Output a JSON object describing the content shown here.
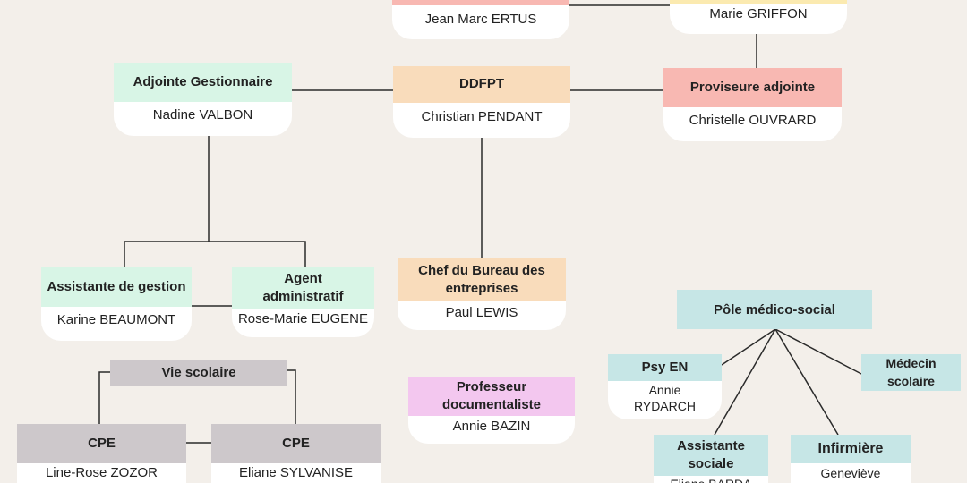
{
  "colors": {
    "background": "#f3efea",
    "card": "#ffffff",
    "line": "#2b2b2b",
    "peach": "#f9dcbb",
    "pink": "#f8b8b2",
    "yellow": "#fbeab0",
    "mint": "#d8f5e6",
    "teal": "#c6e6e6",
    "grey": "#cdc8cb",
    "lilac": "#f3c7ef"
  },
  "nodes": {
    "proviseur": {
      "name": "Jean Marc ERTUS"
    },
    "secretaire": {
      "name": "Marie GRIFFON"
    },
    "adjointe_gestionnaire": {
      "title": "Adjointe Gestionnaire",
      "name": "Nadine VALBON"
    },
    "ddfpt": {
      "title": "DDFPT",
      "name": "Christian PENDANT"
    },
    "proviseure_adjointe": {
      "title": "Proviseure adjointe",
      "name": "Christelle OUVRARD"
    },
    "assistante_gestion": {
      "title": "Assistante de gestion",
      "name": "Karine BEAUMONT"
    },
    "agent_administratif": {
      "title": "Agent administratif",
      "name": "Rose-Marie EUGENE"
    },
    "chef_bureau": {
      "title": "Chef du Bureau des entreprises",
      "name": "Paul LEWIS"
    },
    "vie_scolaire": {
      "title": "Vie scolaire"
    },
    "cpe1": {
      "title": "CPE",
      "name": "Line-Rose ZOZOR"
    },
    "cpe2": {
      "title": "CPE",
      "name": "Eliane SYLVANISE"
    },
    "professeur_doc": {
      "title": "Professeur documentaliste",
      "name": "Annie BAZIN"
    },
    "pole_medico": {
      "title": "Pôle médico-social"
    },
    "psy_en": {
      "title": "Psy EN",
      "name": "Annie RYDARCH"
    },
    "medecin": {
      "title": "Médecin scolaire"
    },
    "assistante_sociale": {
      "title": "Assistante sociale",
      "name": "Eliane BARDA"
    },
    "infirmiere": {
      "title": "Infirmière",
      "name": "Geneviève"
    }
  }
}
